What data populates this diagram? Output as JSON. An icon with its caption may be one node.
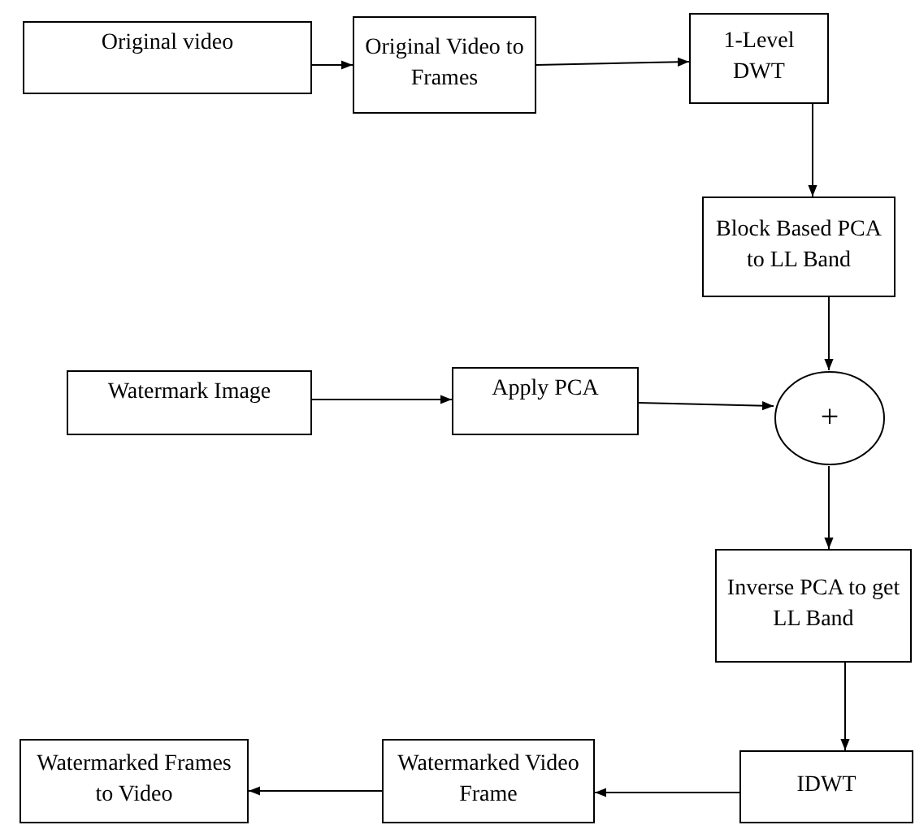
{
  "diagram": {
    "nodes": [
      {
        "text": [
          "Original video"
        ]
      },
      {
        "text": [
          "Original Video to Frames"
        ]
      },
      {
        "text": [
          "1-Level DWT"
        ]
      },
      {
        "text": [
          "Block Based PCA to LL Band"
        ]
      },
      {
        "text": [
          "Watermark Image"
        ]
      },
      {
        "text": [
          "Apply PCA"
        ]
      },
      {
        "text": [
          "+"
        ]
      },
      {
        "text": [
          "Inverse PCA to get LL Band"
        ]
      },
      {
        "text": [
          "IDWT"
        ]
      },
      {
        "text": [
          "Watermarked Video Frame"
        ]
      },
      {
        "text": [
          "Watermarked Frames to Video"
        ]
      }
    ],
    "edges": [
      {
        "from": 0,
        "to": 1,
        "arrow": "to"
      },
      {
        "from": 1,
        "to": 2,
        "arrow": "to"
      },
      {
        "from": 2,
        "to": 3,
        "arrow": "to"
      },
      {
        "from": 3,
        "to": 6,
        "arrow": "to"
      },
      {
        "from": 4,
        "to": 5,
        "arrow": "to"
      },
      {
        "from": 5,
        "to": 6,
        "arrow": "to"
      },
      {
        "from": 6,
        "to": 7,
        "arrow": "to"
      },
      {
        "from": 7,
        "to": 8,
        "arrow": "to"
      },
      {
        "from": 8,
        "to": 9,
        "arrow": "to"
      },
      {
        "from": 9,
        "to": 10,
        "arrow": "to"
      }
    ]
  }
}
